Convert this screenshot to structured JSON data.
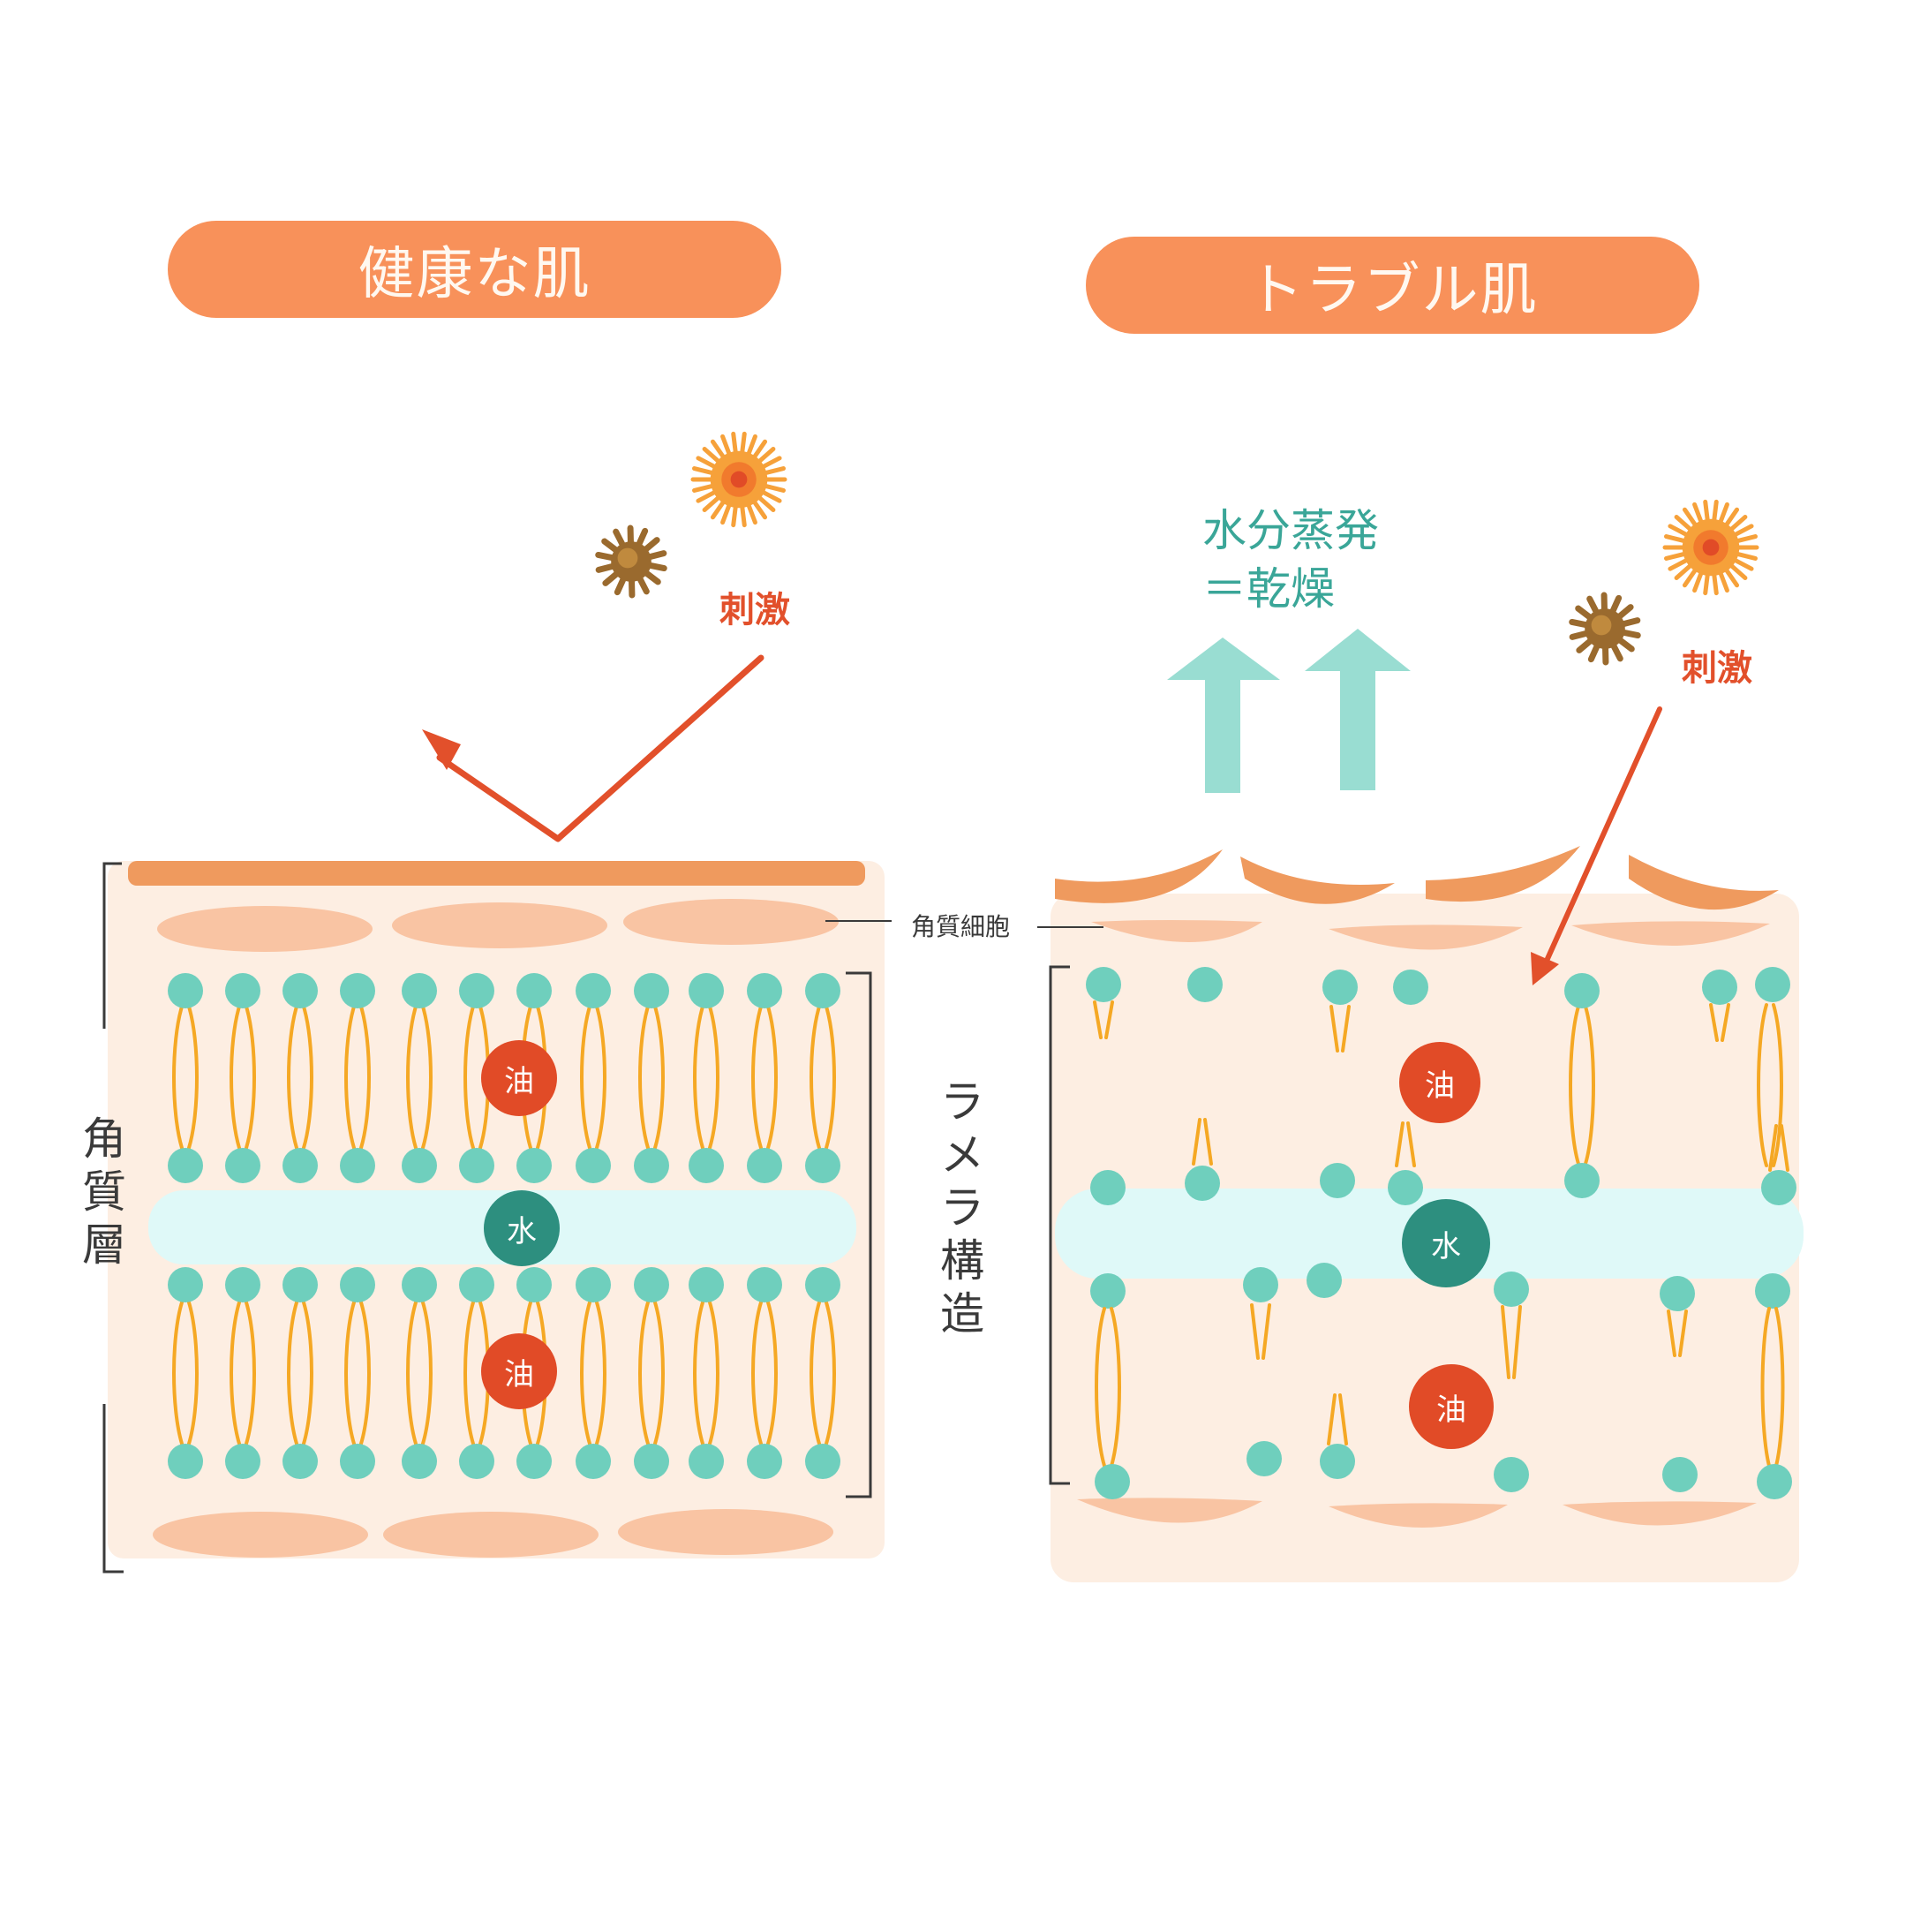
{
  "panels": {
    "healthy": {
      "title": "健康な肌",
      "stimulus": "刺激",
      "oil_top": "油",
      "oil_bottom": "油",
      "water": "水"
    },
    "trouble": {
      "title": "トラブル肌",
      "stimulus": "刺激",
      "evaporation_line1": "水分蒸発",
      "evaporation_line2": "＝乾燥",
      "oil_top": "油",
      "oil_bottom": "油",
      "water": "水"
    }
  },
  "labels": {
    "corneocyte": "角質細胞",
    "stratum_corneum": [
      "角",
      "質",
      "層"
    ],
    "lamellar": [
      "ラ",
      "メ",
      "ラ",
      "構",
      "造"
    ]
  },
  "colors": {
    "pill": "#f8915a",
    "stimulus_text": "#e2502b",
    "evap_text": "#3aa698",
    "skin_bg": "#fdeee2",
    "top_layer": "#ef9a5e",
    "cell": "#f9c4a3",
    "lipid_head": "#6fcfbd",
    "lipid_tail": "#f5a824",
    "water_band": "#dff9f8",
    "water_mol": "#2d8f7f",
    "oil_mol": "#e14b27",
    "arrow_up": "#99ddd2",
    "allergen_orange": "#f6a13a",
    "allergen_brown": "#9a6a2e"
  }
}
